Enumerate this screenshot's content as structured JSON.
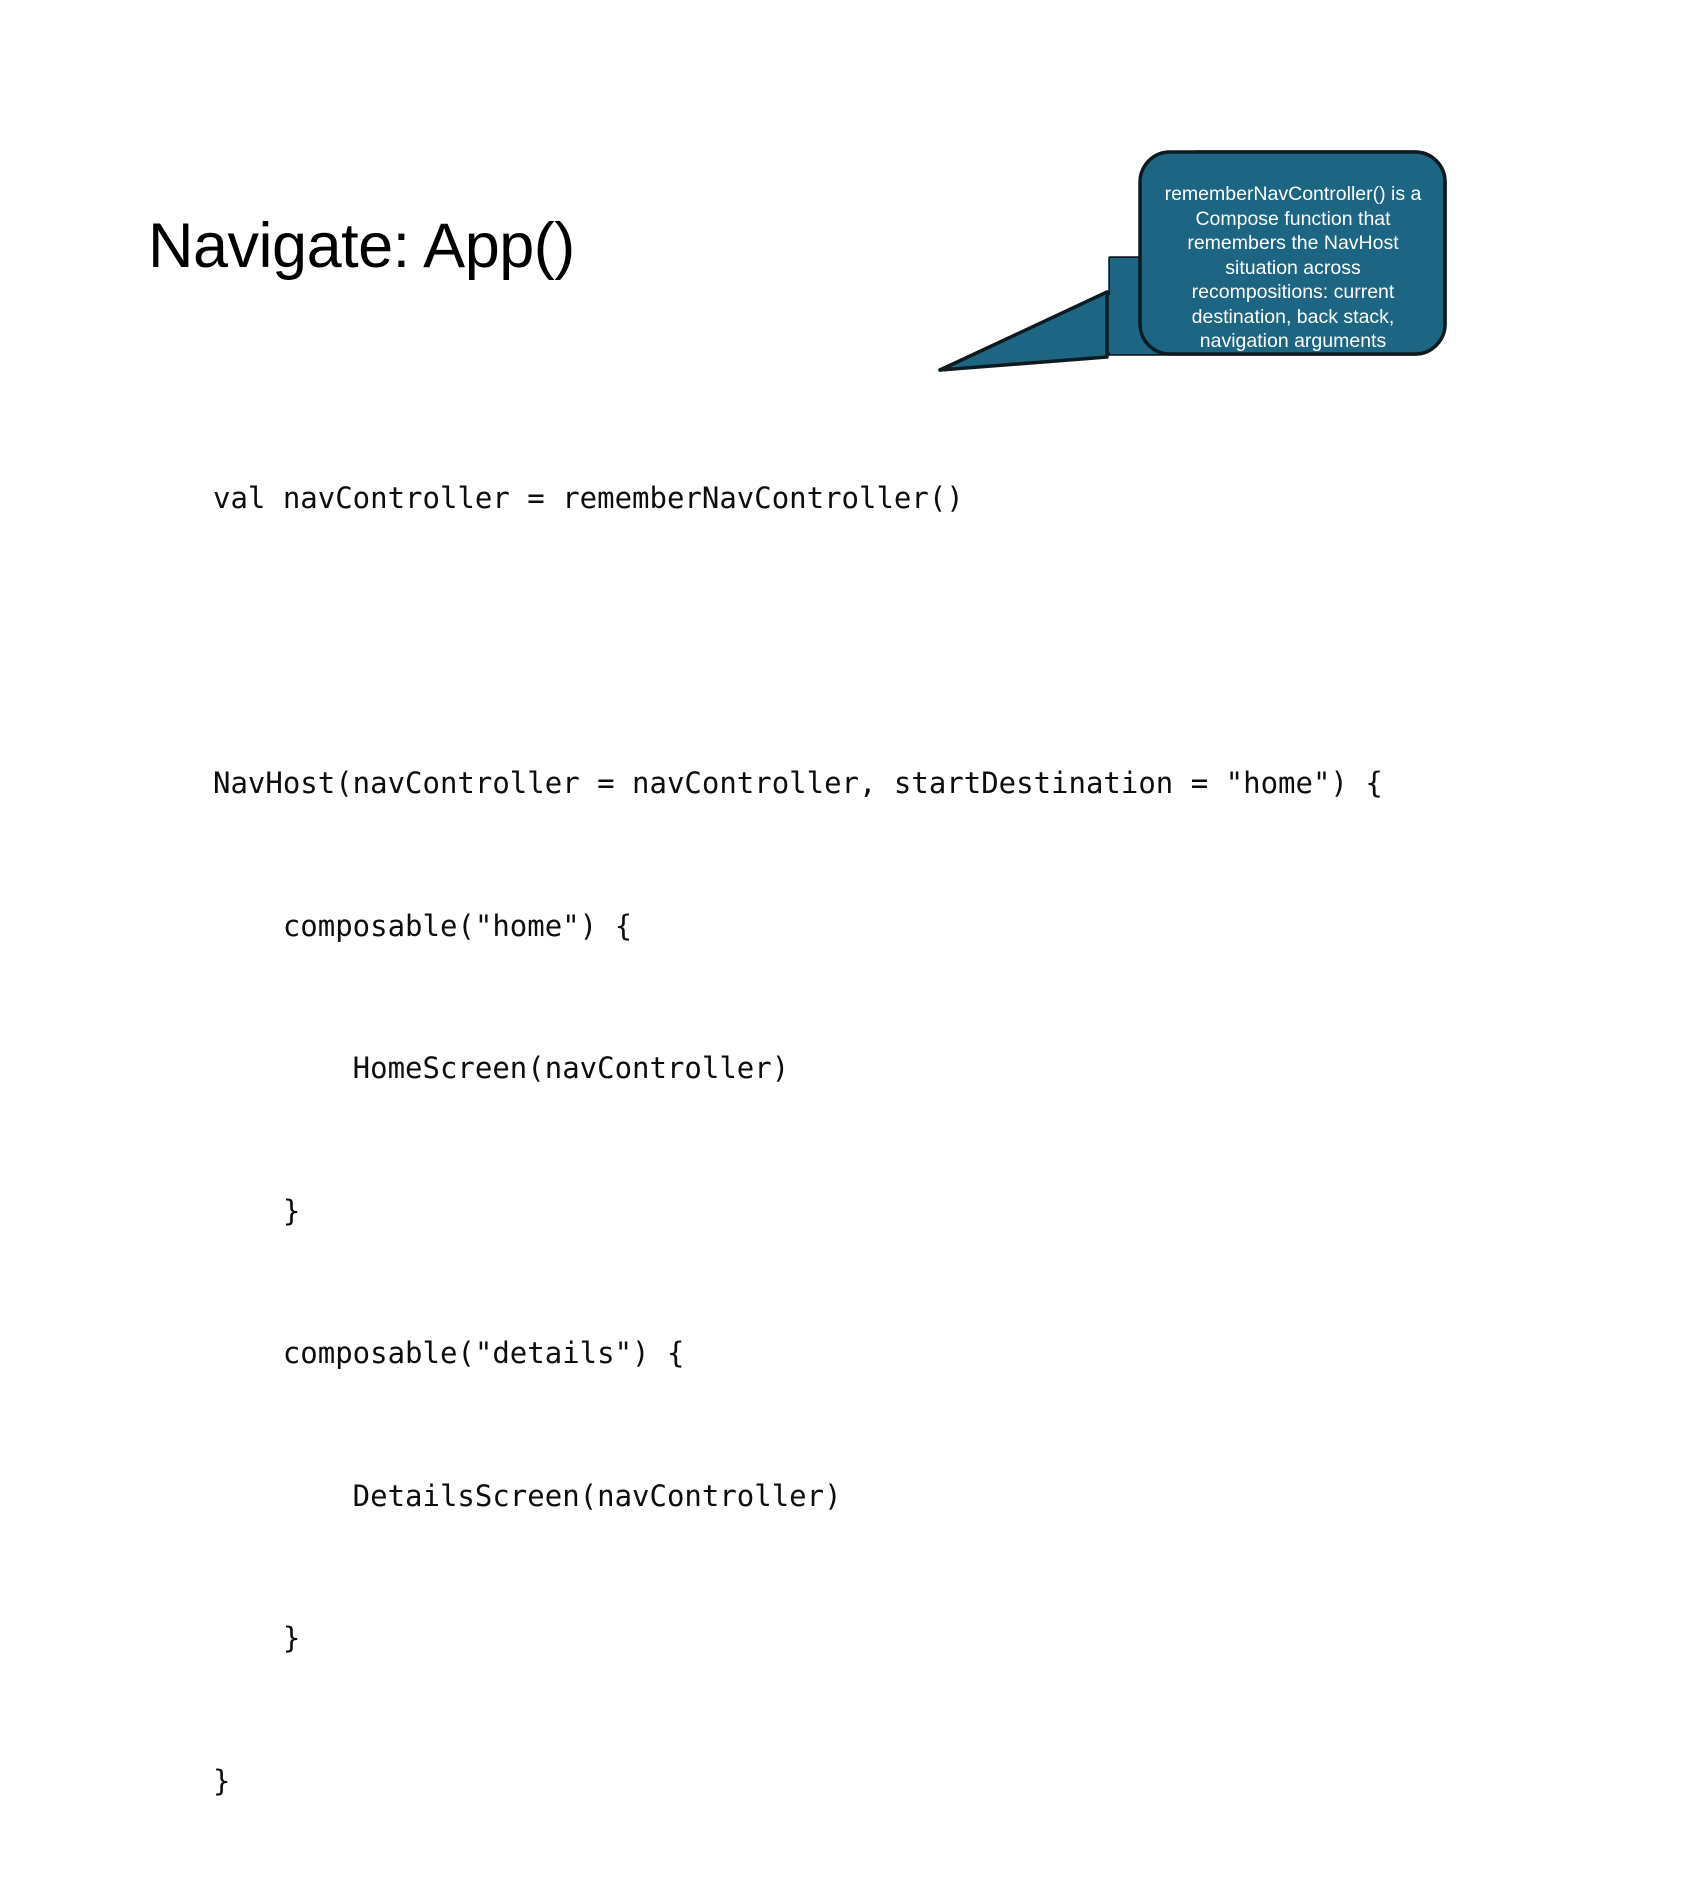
{
  "slide": {
    "title": "Navigate: App()",
    "background_color": "#ffffff",
    "text_color": "#000000"
  },
  "code": {
    "language": "kotlin",
    "lines": [
      "val navController = rememberNavController()",
      "",
      "NavHost(navController = navController, startDestination = \"home\") {",
      "    composable(\"home\") {",
      "        HomeScreen(navController)",
      "    }",
      "    composable(\"details\") {",
      "        DetailsScreen(navController)",
      "    }",
      "}"
    ]
  },
  "callout": {
    "text": "rememberNavController() is a Compose function that remembers the NavHost situation across recompositions: current destination, back stack, navigation arguments",
    "fill_color": "#1d6683",
    "stroke_color": "#0d1b21",
    "text_color": "#ffffff",
    "points_to": "rememberNavController()"
  }
}
